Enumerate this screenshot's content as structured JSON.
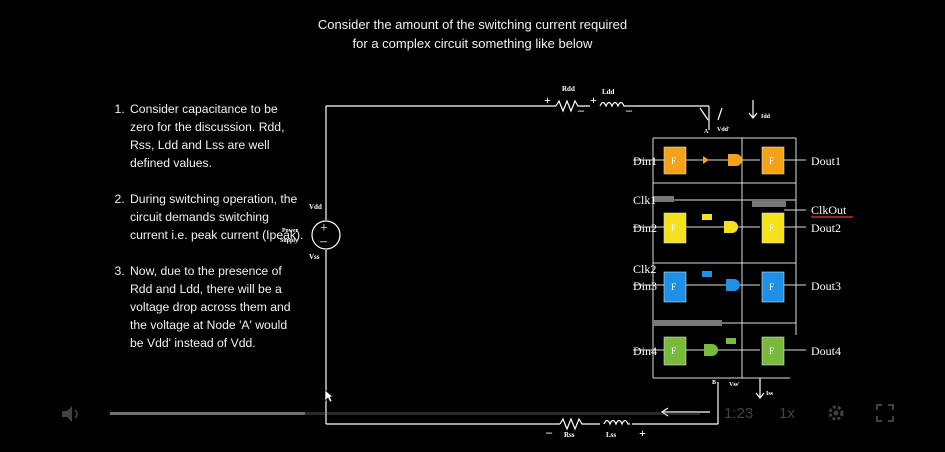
{
  "title": {
    "line1": "Consider the amount of the switching current required",
    "line2": "for a complex circuit something like below"
  },
  "points": [
    "Consider capacitance to be zero for the discussion. Rdd, Rss, Ldd and Lss are well defined values.",
    "During switching operation, the circuit demands switching current i.e. peak current (Ipeak).",
    "Now, due to the presence of Rdd and Ldd, there will be a voltage drop across them and the voltage at Node 'A' would be Vdd' instead of Vdd."
  ],
  "circuit": {
    "rdd": "Rdd",
    "ldd": "Ldd",
    "rss": "Rss",
    "lss": "Lss",
    "vdd": "Vdd",
    "vss": "Vss",
    "power": "Power",
    "supply": "Supply",
    "vdd_prime": "Vdd'",
    "vss_prime": "Vss'",
    "idd": "Idd",
    "iss": "Iss",
    "node_a": "A",
    "node_b": "B",
    "plus": "+",
    "minus": "–",
    "ff_label": "F",
    "din1": "Din1",
    "din2": "Din2",
    "din3": "Din3",
    "din4": "Din4",
    "dout1": "Dout1",
    "dout2": "Dout2",
    "dout3": "Dout3",
    "dout4": "Dout4",
    "clk1": "Clk1",
    "clk2": "Clk2",
    "clkout": "ClkOut"
  },
  "player": {
    "time": "1:23",
    "speed": "1x",
    "progress": 0.33
  },
  "colors": {
    "ff_row1": "#f5a21b",
    "ff_row2": "#f4e21c",
    "ff_row3": "#1e90e8",
    "ff_row4": "#78bb3c"
  }
}
